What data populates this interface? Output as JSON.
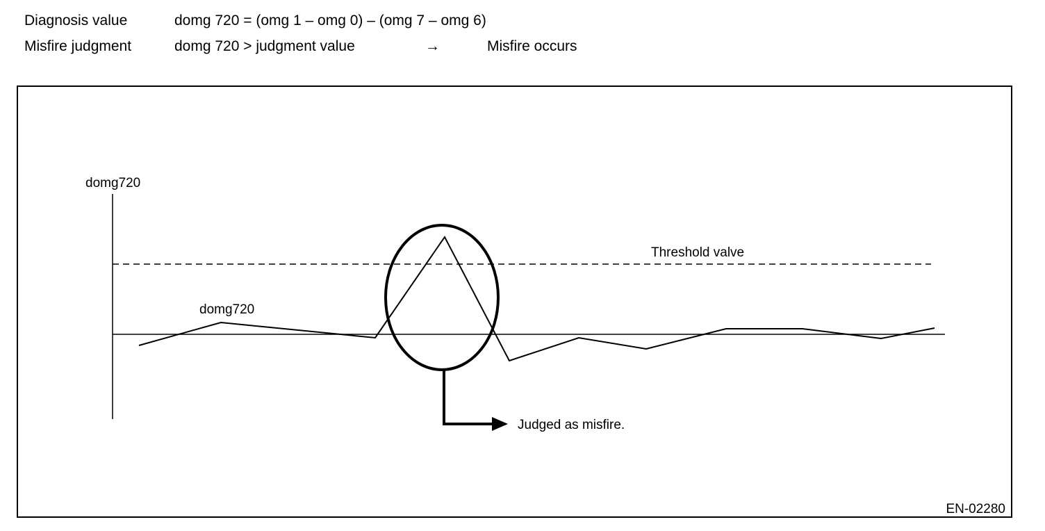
{
  "header": {
    "row1": {
      "label": "Diagnosis value",
      "formula": "domg 720 = (omg 1 – omg 0) – (omg 7 – omg 6)"
    },
    "row2": {
      "label": "Misfire judgment",
      "condition": "domg 720 > judgment value",
      "arrow": "→",
      "result": "Misfire occurs"
    }
  },
  "diagram": {
    "y_axis_label": "domg720",
    "threshold_label": "Threshold valve",
    "signal_label": "domg720",
    "callout_text": "Judged as misfire.",
    "figure_code": "EN-02280"
  },
  "colors": {
    "ink": "#000000",
    "background": "#ffffff"
  }
}
